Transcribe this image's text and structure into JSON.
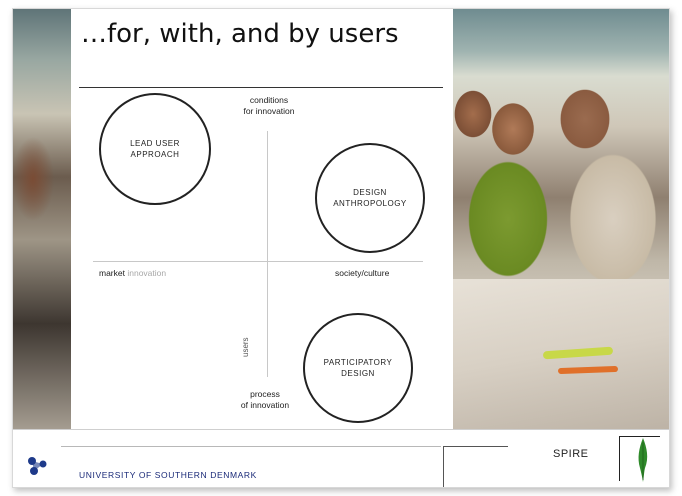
{
  "slide": {
    "title": "…for, with, and by users"
  },
  "diagram": {
    "top_label_line1": "conditions",
    "top_label_line2": "for innovation",
    "left_label_main": "market",
    "left_label_muted": "innovation",
    "right_label": "society/culture",
    "bottom_label_line1": "process",
    "bottom_label_line2": "of innovation",
    "vertical_label": "users",
    "circles": [
      {
        "line1": "LEAD USER",
        "line2": "APPROACH"
      },
      {
        "line1": "DESIGN",
        "line2": "ANTHROPOLOGY"
      },
      {
        "line1": "PARTICIPATORY",
        "line2": "DESIGN"
      }
    ]
  },
  "footer": {
    "university": "UNIVERSITY OF SOUTHERN DENMARK",
    "brand": "SPIRE"
  },
  "colors": {
    "university_text": "#1a2a78",
    "logo_blue": "#1e3a8a",
    "spire_green": "#2f8a2a"
  }
}
